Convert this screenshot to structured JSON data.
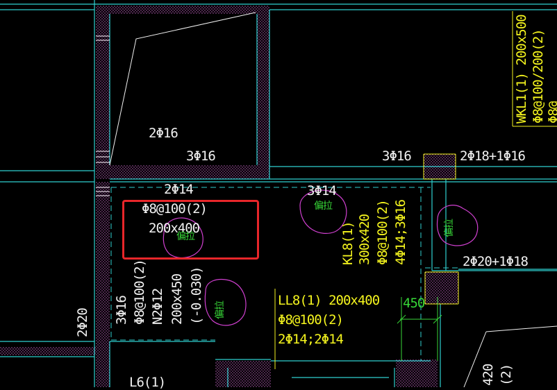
{
  "annotations": {
    "top_2phi16": "2Φ16",
    "top_3phi16": "3Φ16",
    "mid_3phi16": "3Φ16",
    "right_2phi18": "2Φ18+1Φ16",
    "wkl1_line1": "WKL1(1) 200x500",
    "wkl1_line2": "Φ8@100/200(2)",
    "wkl1_line3": "Φ8@",
    "sel_2phi14": "2Φ14",
    "sel_stirrup": "Φ8@100(2)",
    "sel_size": "200x400",
    "sel_offset": "偏拉",
    "top_3phi14": "3Φ14",
    "mid_offset": "偏拉",
    "kl8_line1": "KL8(1)",
    "kl8_line2": "300x420",
    "kl8_line3": "Φ8@100(2)",
    "kl8_line4": "4Φ14;3Φ16",
    "right_offset": "偏拉",
    "right_2phi20": "2Φ20+1Φ18",
    "left_col1": "3Φ16",
    "left_col2": "Φ8@100(2)",
    "left_col3": "N2Φ12",
    "left_col4": "200x450",
    "left_col5": "(-0.030)",
    "left_offset": "偏拉",
    "left_2phi20": "2Φ20",
    "ll8_line1": "LL8(1) 200x400",
    "ll8_line2": "Φ8@100(2)",
    "ll8_line3": "2Φ14;2Φ14",
    "dim_450": "450",
    "bottom_l6": "L6(1)",
    "bottom_right1": "420",
    "bottom_right2": "(2)"
  },
  "colors": {
    "background": "#000000",
    "wall_cyan": "#2fd0d0",
    "beam_edge": "#c060c0",
    "text_yellow": "#f5f51e",
    "text_green": "#37d637",
    "text_white": "#f2f2f2",
    "selection_red": "#e8262a",
    "magenta_cloud": "#d040d0"
  }
}
